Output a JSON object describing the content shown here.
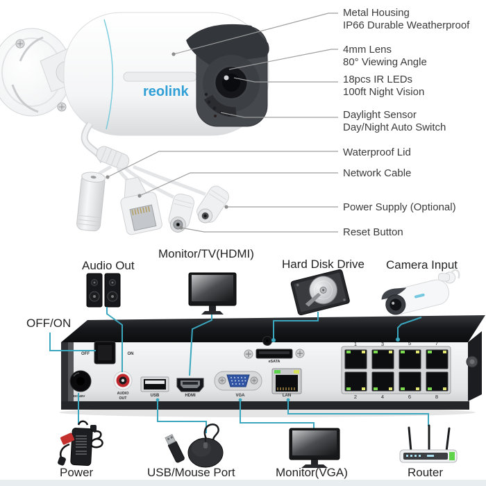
{
  "camera": {
    "brand": "reolink"
  },
  "callouts": [
    {
      "line1": "Metal Housing",
      "line2": "IP66 Durable Weatherproof"
    },
    {
      "line1": "4mm Lens",
      "line2": "80° Viewing Angle"
    },
    {
      "line1": "18pcs IR LEDs",
      "line2": "100ft Night Vision"
    },
    {
      "line1": "Daylight Sensor",
      "line2": "Day/Night Auto Switch"
    },
    {
      "line1": "Waterproof Lid"
    },
    {
      "line1": "Network Cable"
    },
    {
      "line1": "Power Supply (Optional)"
    },
    {
      "line1": "Reset Button"
    }
  ],
  "middle_labels": {
    "audio_out": "Audio Out",
    "monitor_hdmi": "Monitor/TV(HDMI)",
    "hdd": "Hard Disk Drive",
    "camera_input": "Camera Input",
    "off_on": "OFF/ON"
  },
  "bottom_labels": {
    "power": "Power",
    "usb_mouse": "USB/Mouse Port",
    "monitor_vga": "Monitor(VGA)",
    "router": "Router"
  },
  "nvr": {
    "off_label": "OFF",
    "on_label": "ON",
    "dc_label": "DC 48V",
    "audio_line1": "AUDIO",
    "audio_line2": "OUT",
    "usb_label": "USB",
    "hdmi_label": "HDMI",
    "vga_label": "VGA",
    "esata_label": "eSATA",
    "lan_label": "LAN",
    "poe_top": [
      "1",
      "3",
      "5",
      "7"
    ],
    "poe_bottom": [
      "2",
      "4",
      "6",
      "8"
    ]
  },
  "colors": {
    "accent_teal": "#3aa7bf",
    "leader_gray": "#9e9e9e",
    "brand_blue": "#2f9fd6"
  }
}
